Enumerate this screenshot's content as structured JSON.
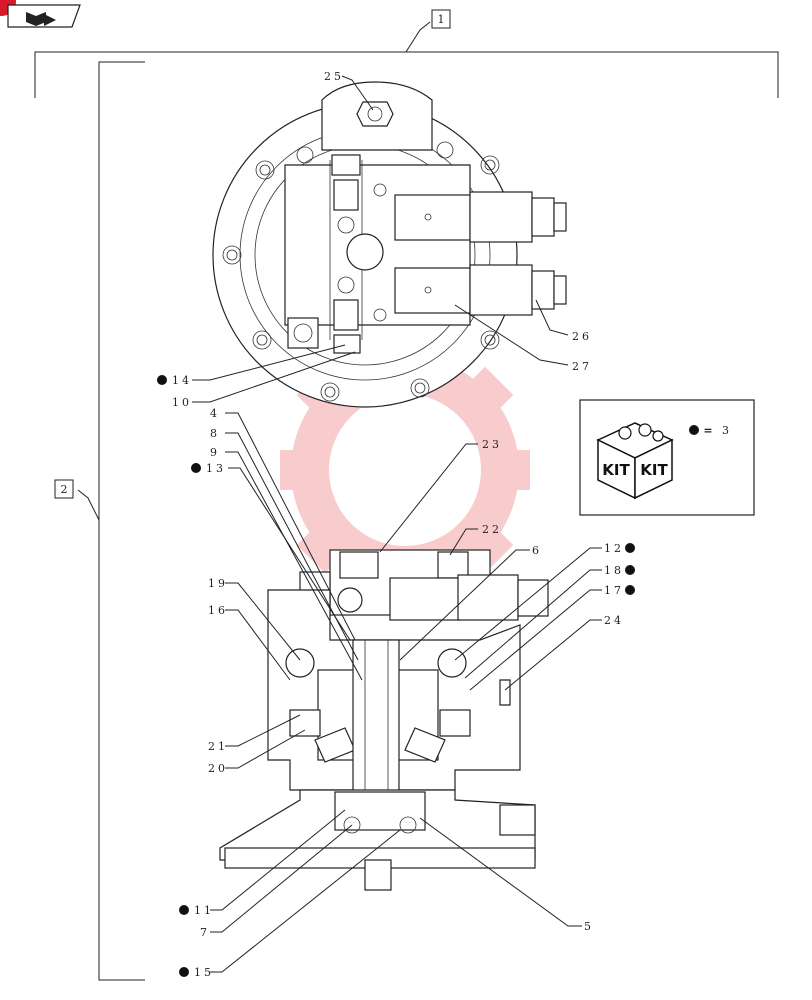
{
  "top_icon": "book-arrow-icon",
  "assembly_labels": {
    "main": "1",
    "sub": "2"
  },
  "kit": {
    "word_left": "KIT",
    "word_right": "KIT",
    "legend_equals": "=",
    "legend_ref": "3"
  },
  "callouts": {
    "c25": "25",
    "c26": "26",
    "c27": "27",
    "c14": "14",
    "c10": "10",
    "c4": "4",
    "c8": "8",
    "c9": "9",
    "c13": "13",
    "c23": "23",
    "c22": "22",
    "c6": "6",
    "c12": "12",
    "c18": "18",
    "c17": "17",
    "c24": "24",
    "c19": "19",
    "c16": "16",
    "c21": "21",
    "c20": "20",
    "c11": "11",
    "c7": "7",
    "c15": "15",
    "c5": "5"
  },
  "colors": {
    "watermark": "#f4a3a3",
    "ink": "#222222",
    "corner_badge": "#d81b2b"
  }
}
